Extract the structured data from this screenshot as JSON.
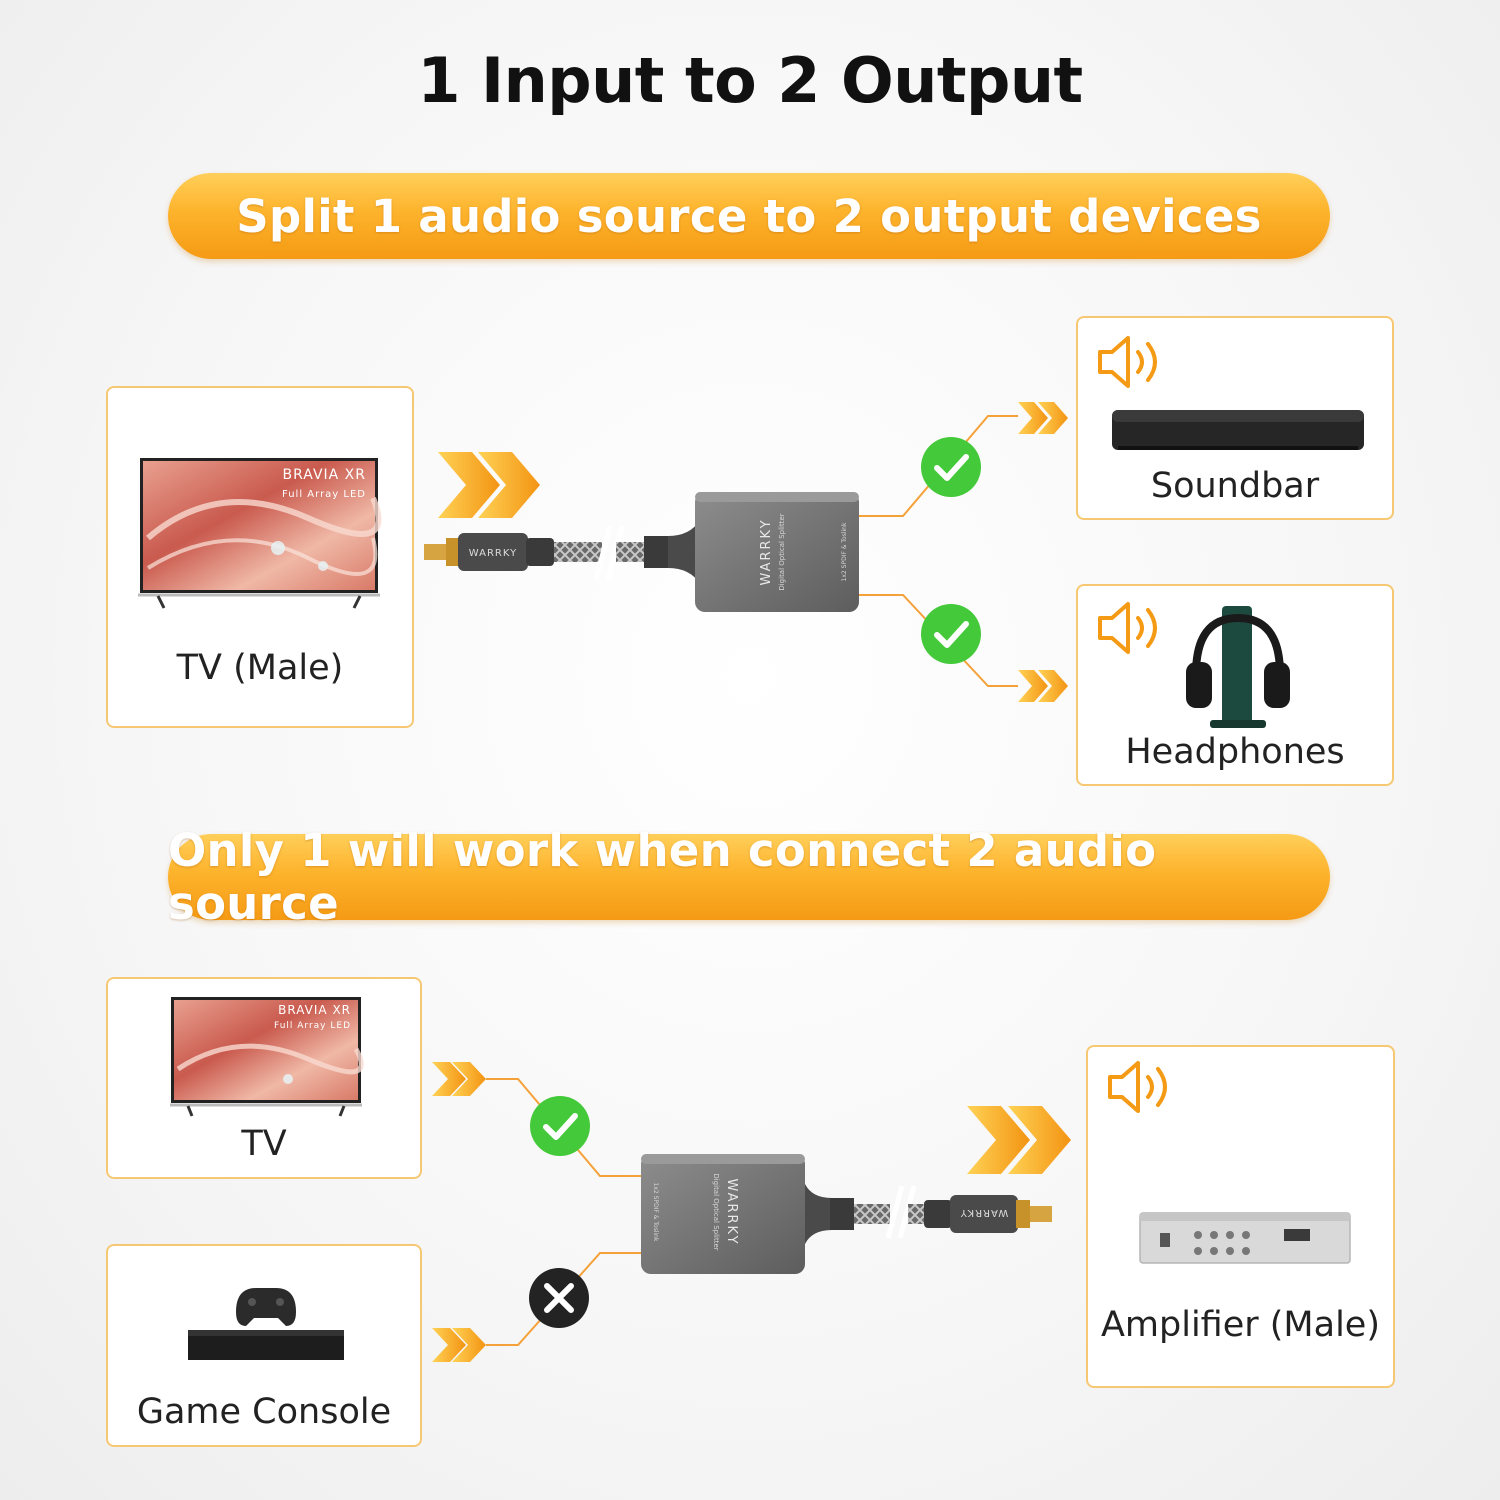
{
  "title": "1 Input to 2 Output",
  "banner_top": "Split 1 audio source to 2 output devices",
  "banner_bottom": "Only 1 will work when connect 2 audio source",
  "section1": {
    "source": {
      "label": "TV (Male)",
      "screen_brand": "BRAVIA XR",
      "screen_sub": "Full Array LED"
    },
    "outputs": [
      {
        "label": "Soundbar"
      },
      {
        "label": "Headphones"
      }
    ]
  },
  "section2": {
    "sources": [
      {
        "label": "TV",
        "screen_brand": "BRAVIA XR",
        "screen_sub": "Full Array LED"
      },
      {
        "label": "Game Console"
      }
    ],
    "output": {
      "label": "Amplifier (Male)"
    }
  },
  "splitter": {
    "brand": "WARRKY",
    "model": "Digital Optical Splitter",
    "spec": "1x2 SPDIF & Toslink"
  },
  "cable_brand": "WARRKY",
  "colors": {
    "orange": "#f59a14",
    "green": "#44c93a",
    "card_border": "#f7c873",
    "dark": "#2a2a2a"
  }
}
